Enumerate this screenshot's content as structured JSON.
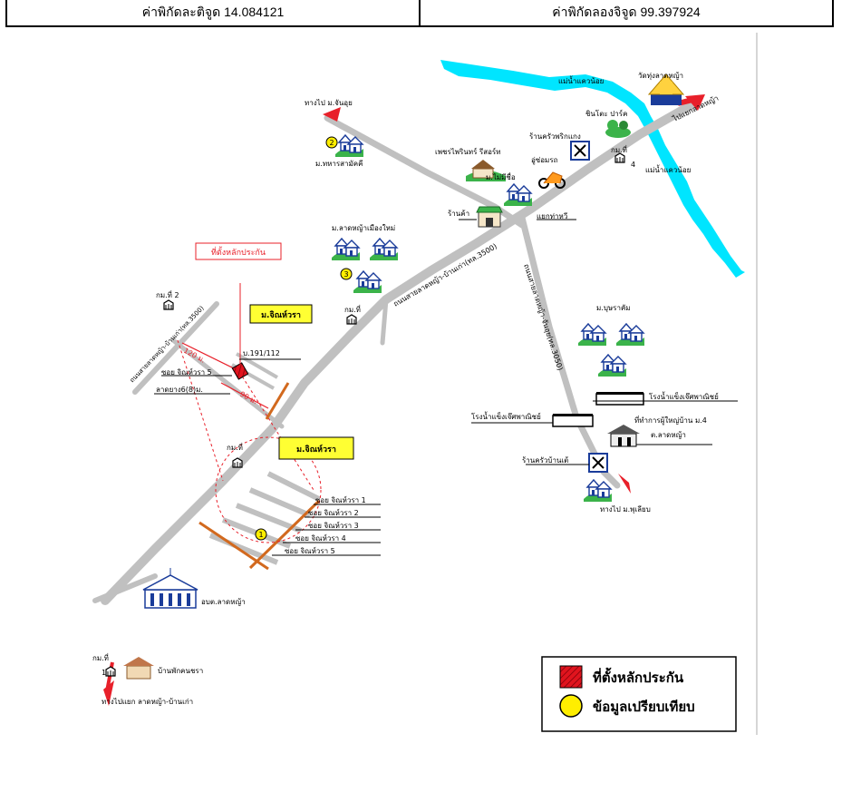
{
  "coordinates": {
    "latitude_label": "ค่าพิกัดละติจูด 14.084121",
    "longitude_label": "ค่าพิกัดลองจิจูด 99.397924"
  },
  "map": {
    "labels": {
      "to_chanuey": "ทางไป ม.จันอุย",
      "moo_thahan": "ม.ทหารสามัคคี",
      "river_top": "แม่น้ำแควน้อย",
      "river_side": "แม่น้ำแควน้อย",
      "temple": "วัดทุ่งลาดหญ้า",
      "to_intersection": "ไปแยกลาดหญ้า",
      "park": "ชินโตะ ปาร์ค",
      "restaurant_prikgaeng": "ร้านครัวพริกแกง",
      "km4_top": "กม.ที่",
      "km4_top_num": "4",
      "resort": "เพชรไพรินทร์ รีสอร์ท",
      "garage": "อู่ซ่อมรถ",
      "moo_maimeechue": "ม.ไม่มีชื่อ",
      "shop": "ร้านค้า",
      "junction": "แยกท่าหวี",
      "moo_ladya_new": "ม.ลาดหญ้าเมืองใหม่",
      "collateral_location": "ที่ตั้งหลักประกัน",
      "km2": "กม.ที่ 2",
      "road_3500_left": "ถนนสายลาดหญ้า-บ้านเก่า(ทล.3500)",
      "road_3500_main": "ถนนสายลาดหญ้า-บ้านเก่า(ทล.3500)",
      "road_3050": "ถนนสายลาดหญ้า-จันอุย(ทล.3050)",
      "moo_jintawara_top": "ม.จิณห์วรา",
      "plot_number": "บ.191/112",
      "dist_120": "120 ม.",
      "soi_5_top": "ซอย จิณห์วรา 5",
      "paved_road": "ลาดยาง6(8)ม.",
      "dist_90": "90 ม.",
      "km_mid": "กม.ที่",
      "moo_bunyarak": "ม.บุษราคัม",
      "ice_factory_right": "โรงน้ำแข็งเจ๊ศพาณิชย์",
      "ice_factory_left": "โรงน้ำแข็งเจ๊ศพาณิชย์",
      "village_head_office": "ที่ทำการผู้ใหญ่บ้าน ม.4",
      "tambon": "ต.ลาดหญ้า",
      "km_lower": "กม.ที่",
      "moo_jintawara_bottom": "ม.จิณห์วรา",
      "soi_1": "ซอย จิณห์วรา 1",
      "soi_2": "ซอย จิณห์วรา 2",
      "soi_3": "ซอย จิณห์วรา 3",
      "soi_4": "ซอย จิณห์วรา 4",
      "soi_5": "ซอย จิณห์วรา 5",
      "restaurant_baantae": "ร้านครัวบ้านเต้",
      "to_phuleab": "ทางไป ม.พุเลียบ",
      "sao": "อบต.ลาดหญ้า",
      "km1": "กม.ที่",
      "km1_num": "1",
      "guesthouse": "บ้านพักคนชรา",
      "to_ladya_baankao": "ทางไปแยก ลาดหญ้า-บ้านเก่า"
    },
    "markers": {
      "m1": "1",
      "m2": "2",
      "m3": "3"
    },
    "legend": {
      "collateral": "ที่ตั้งหลักประกัน",
      "comparison": "ข้อมูลเปรียบเทียบ"
    },
    "colors": {
      "road": "#c0c0c0",
      "river": "#00e5ff",
      "arrow": "#e8202a",
      "collateral": "#e0141e",
      "soi_boundary": "#d2691e",
      "marker": "#ffee00",
      "house_fill": "#3bb34a",
      "label_box": "#ffff33"
    }
  }
}
